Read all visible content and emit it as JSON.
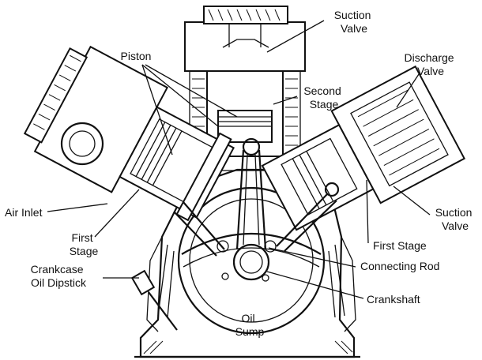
{
  "labels": {
    "suction_valve_top": [
      "Suction",
      "Valve"
    ],
    "piston": "Piston",
    "discharge_valve": [
      "Discharge",
      "Valve"
    ],
    "second_stage": [
      "Second",
      "Stage"
    ],
    "air_inlet": "Air Inlet",
    "suction_valve_right": [
      "Suction",
      "Valve"
    ],
    "first_stage_left": [
      "First",
      "Stage"
    ],
    "first_stage_right": "First Stage",
    "crankcase": [
      "Crankcase",
      "Oil Dipstick"
    ],
    "connecting_rod": "Connecting Rod",
    "crankshaft": "Crankshaft",
    "oil_sump": [
      "Oil",
      "Sump"
    ]
  }
}
